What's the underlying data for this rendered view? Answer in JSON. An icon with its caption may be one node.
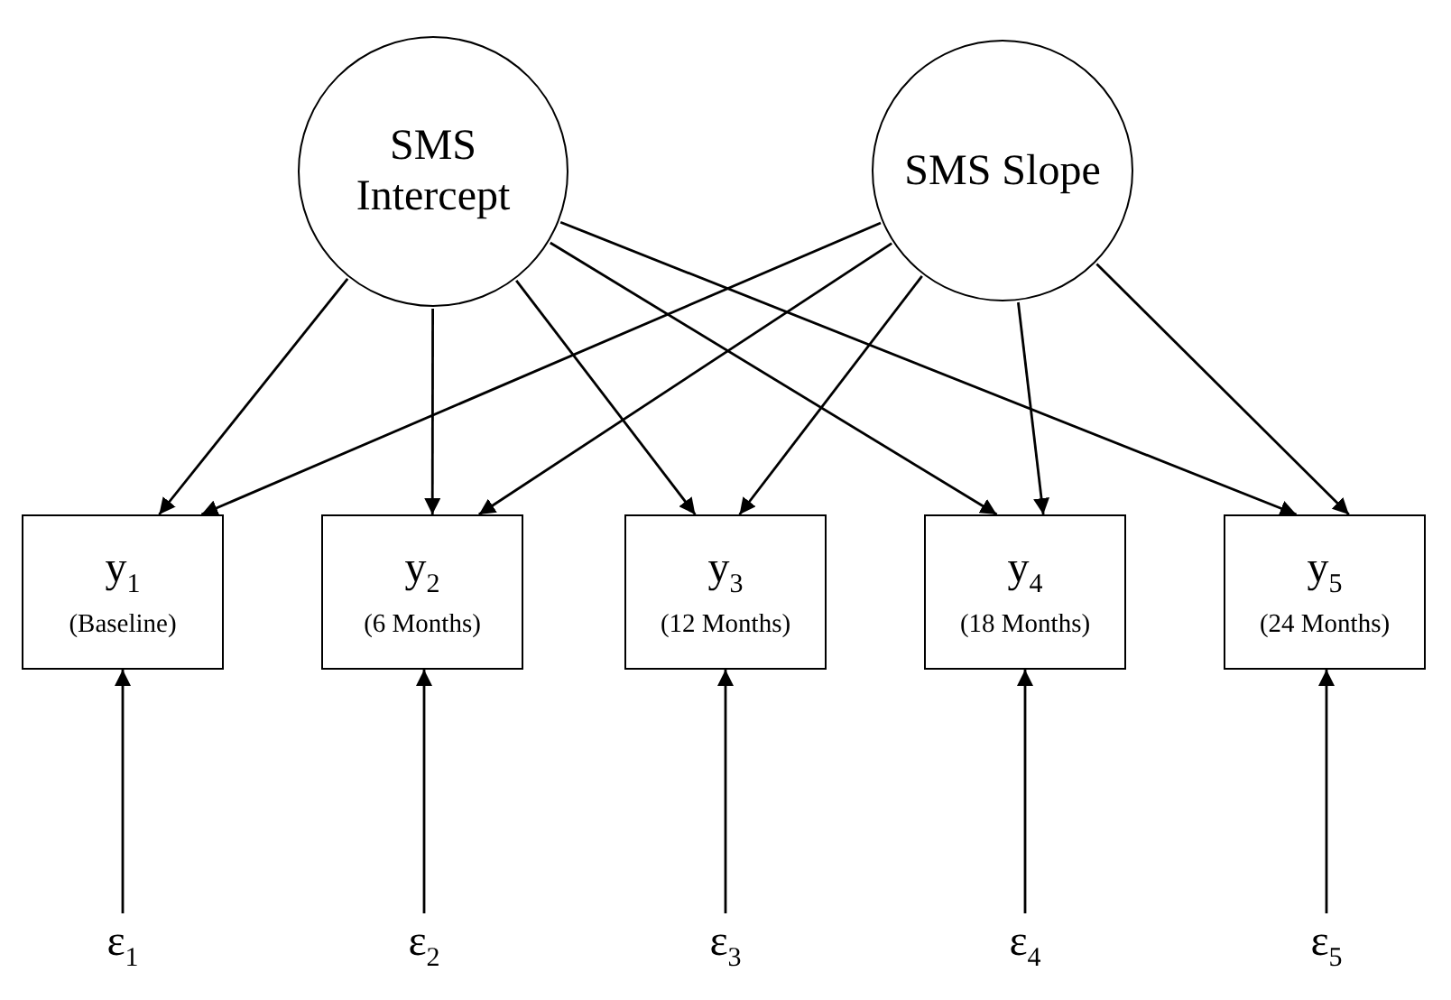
{
  "diagram": {
    "nodes": [
      {
        "text": [
          "SMS Intercept"
        ]
      },
      {
        "text": [
          "SMS Slope"
        ]
      },
      {
        "text": [
          "y$_{1}$",
          "(Baseline)"
        ]
      },
      {
        "text": [
          "y$_{2}$",
          "(6 Months)"
        ]
      },
      {
        "text": [
          "y$_{3}$",
          "(12 Months)"
        ]
      },
      {
        "text": [
          "y$_{4}$",
          "(18 Months)"
        ]
      },
      {
        "text": [
          "y$_{5}$",
          "(24 Months)"
        ]
      },
      {
        "text": [
          "ε$_{1}$"
        ]
      },
      {
        "text": [
          "ε$_{2}$"
        ]
      },
      {
        "text": [
          "ε$_{3}$"
        ]
      },
      {
        "text": [
          "ε$_{4}$"
        ]
      },
      {
        "text": [
          "ε$_{5}$"
        ]
      }
    ],
    "edges": [
      {
        "from": 0,
        "to": 2,
        "arrow": "to"
      },
      {
        "from": 0,
        "to": 3,
        "arrow": "to"
      },
      {
        "from": 0,
        "to": 4,
        "arrow": "to"
      },
      {
        "from": 0,
        "to": 5,
        "arrow": "to"
      },
      {
        "from": 0,
        "to": 6,
        "arrow": "to"
      },
      {
        "from": 1,
        "to": 2,
        "arrow": "to"
      },
      {
        "from": 1,
        "to": 3,
        "arrow": "to"
      },
      {
        "from": 1,
        "to": 4,
        "arrow": "to"
      },
      {
        "from": 1,
        "to": 5,
        "arrow": "to"
      },
      {
        "from": 1,
        "to": 6,
        "arrow": "to"
      },
      {
        "from": 7,
        "to": 2,
        "arrow": "to"
      },
      {
        "from": 8,
        "to": 3,
        "arrow": "to"
      },
      {
        "from": 9,
        "to": 4,
        "arrow": "to"
      },
      {
        "from": 10,
        "to": 5,
        "arrow": "to"
      },
      {
        "from": 11,
        "to": 6,
        "arrow": "to"
      }
    ]
  }
}
